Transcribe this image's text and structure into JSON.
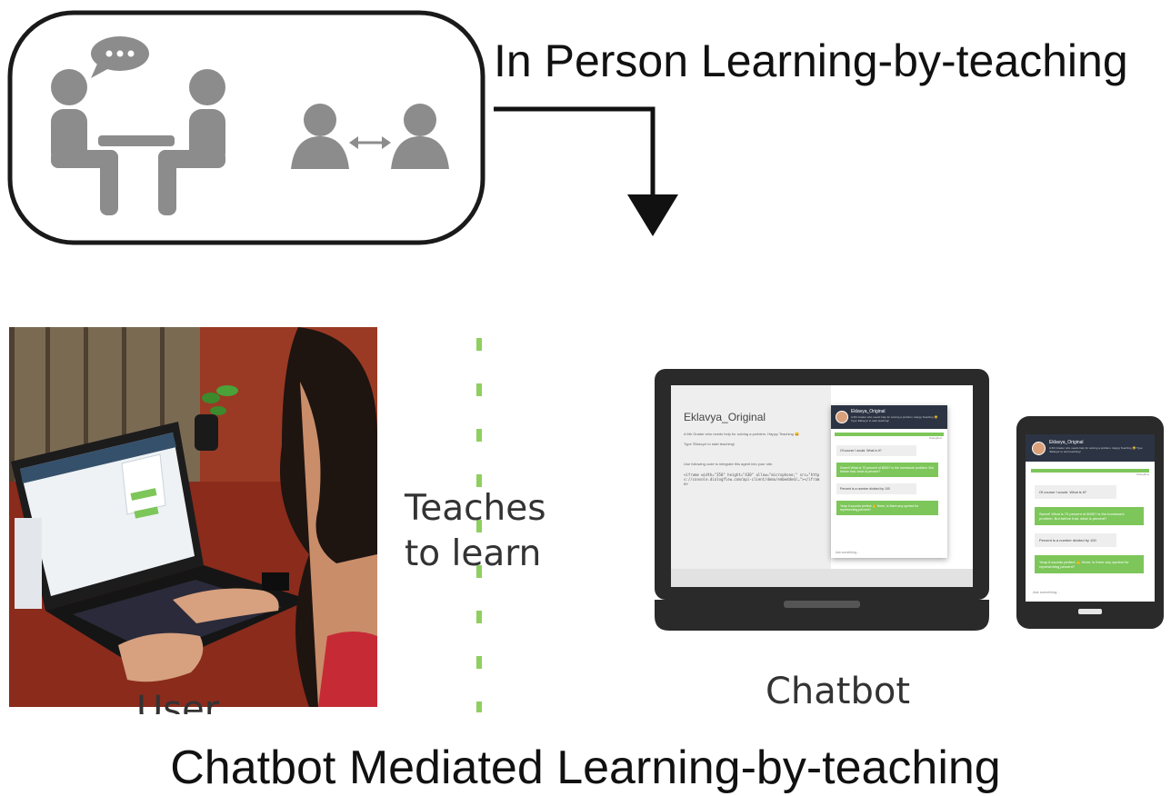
{
  "in_person": {
    "title": "In Person Learning-by-teaching"
  },
  "mediated": {
    "title": "Chatbot Mediated Learning-by-teaching",
    "relation_label_line1": "Teaches",
    "relation_label_line2": "to learn",
    "user_caption": "User",
    "chatbot_caption": "Chatbot"
  },
  "laptop_screen": {
    "page_title": "Eklavya_Original",
    "intro": "A 6th Grader who needs help for solving a problem. Happy Teaching 😀",
    "start_hint": "Type 'Eklavya' to start teaching!",
    "embed_hint": "Use following code to integrate this agent into your site.",
    "embed_code": "<iframe width=\"350\" height=\"430\" allow=\"microphone;\" src=\"https://console.dialogflow.com/api-client/demo/embedded/…\"></iframe>",
    "chat_header_title": "Eklavya_Original",
    "chat_header_sub": "A 6th Grader who needs help for solving a problem. Happy Teaching 😀 Type 'Eklavya' to start teaching!",
    "powered": "Dialogflow",
    "messages": [
      {
        "from": "agent",
        "text": "Of course I would. What is it?"
      },
      {
        "from": "user",
        "text": "Sweet! What is 70 percent of 8000? is the homework problem. But before that, what is percent?"
      },
      {
        "from": "agent",
        "text": "Percent is a number divided by 100"
      },
      {
        "from": "user",
        "text": "Yeap it sounds perfect 👍 Hmm, is there any symbol for representing percent?"
      }
    ],
    "input_placeholder": "Ask something..."
  },
  "colors": {
    "icon_gray": "#8c8c8c",
    "accent_green": "#7dc65a",
    "dash_green": "#8fcf5f",
    "device_dark": "#2a2a2a"
  }
}
